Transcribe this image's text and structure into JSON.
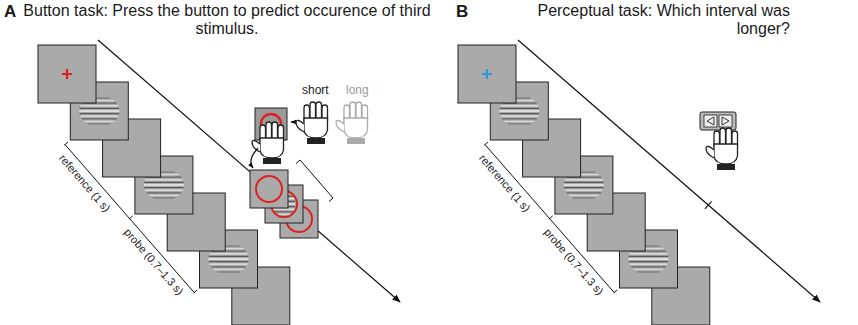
{
  "diagram": {
    "labels": [
      "A",
      "Button task: Press the button to predict occurence of third stimulus.",
      "short",
      "long",
      "reference (1 s)",
      "probe (0.7–1.3 s)",
      "B",
      "Perceptual task: Which interval was longer?",
      "reference (1 s)",
      "probe (0.7–1.3 s)"
    ]
  }
}
